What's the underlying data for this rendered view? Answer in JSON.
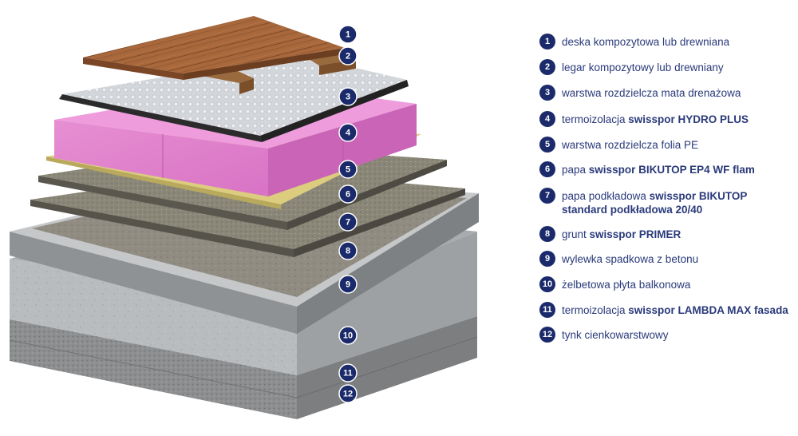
{
  "callouts": [
    "1",
    "2",
    "3",
    "4",
    "5",
    "6",
    "7",
    "8",
    "9",
    "10",
    "11",
    "12"
  ],
  "legend": [
    {
      "num": "1",
      "text": "deska kompozytowa lub drewniana",
      "bold": "",
      "line2": ""
    },
    {
      "num": "2",
      "text": "legar kompozytowy lub drewniany",
      "bold": "",
      "line2": ""
    },
    {
      "num": "3",
      "text": "warstwa rozdzielcza mata drenażowa",
      "bold": "",
      "line2": ""
    },
    {
      "num": "4",
      "text": "termoizolacja ",
      "bold": "swisspor HYDRO PLUS",
      "line2": ""
    },
    {
      "num": "5",
      "text": "warstwa rozdzielcza folia PE",
      "bold": "",
      "line2": ""
    },
    {
      "num": "6",
      "text": "papa ",
      "bold": "swisspor BIKUTOP EP4 WF flam",
      "line2": ""
    },
    {
      "num": "7",
      "text": "papa podkładowa ",
      "bold": "swisspor BIKUTOP",
      "line2": "standard podkładowa 20/40"
    },
    {
      "num": "8",
      "text": "grunt ",
      "bold": "swisspor PRIMER",
      "line2": ""
    },
    {
      "num": "9",
      "text": "wylewka spadkowa z betonu",
      "bold": "",
      "line2": ""
    },
    {
      "num": "10",
      "text": "żelbetowa płyta balkonowa",
      "bold": "",
      "line2": ""
    },
    {
      "num": "11",
      "text": "termoizolacja ",
      "bold": "swisspor LAMBDA MAX fasada",
      "line2": ""
    },
    {
      "num": "12",
      "text": "tynk cienkowarstwowy",
      "bold": "",
      "line2": ""
    }
  ]
}
